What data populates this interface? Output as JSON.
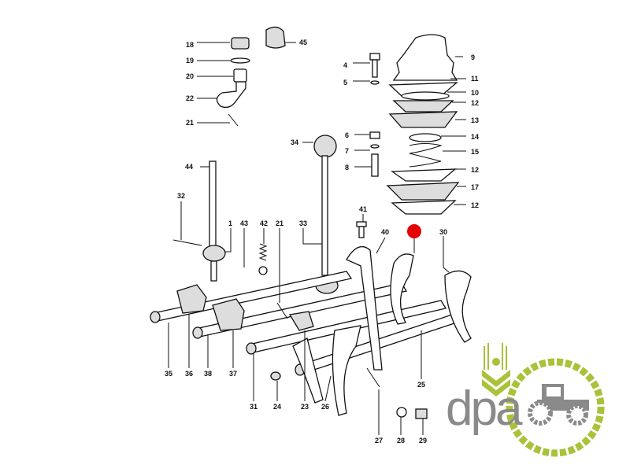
{
  "diagram": {
    "callouts": [
      "18",
      "45",
      "19",
      "20",
      "22",
      "21",
      "4",
      "5",
      "9",
      "11",
      "10",
      "12",
      "13",
      "14",
      "15",
      "12",
      "17",
      "12",
      "34",
      "6",
      "7",
      "8",
      "44",
      "32",
      "41",
      "1",
      "43",
      "42",
      "21",
      "33",
      "40",
      "30",
      "35",
      "36",
      "38",
      "37",
      "31",
      "24",
      "23",
      "26",
      "27",
      "28",
      "29",
      "25"
    ],
    "highlight_color": "#e60000"
  },
  "logo": {
    "text": "dpa",
    "green": "#a8c23a",
    "gray": "#8a8a8a"
  }
}
